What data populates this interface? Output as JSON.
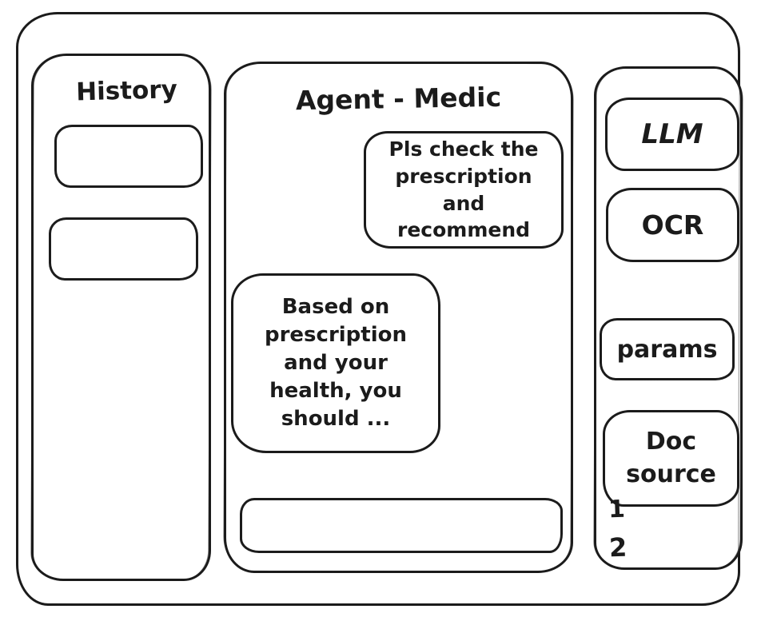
{
  "app": {
    "history": {
      "title": "History",
      "slot_count": 2
    },
    "chat": {
      "title": "Agent - Medic",
      "messages": [
        {
          "role": "user",
          "text": "Pls check the prescription and recommend"
        },
        {
          "role": "assistant",
          "text": "Based on prescription and your health, you should ..."
        }
      ],
      "input": {
        "value": "",
        "placeholder": ""
      }
    },
    "tools": {
      "llm_label": "LLM",
      "ocr_label": "OCR",
      "params_label": "params",
      "doc_source_label": "Doc source",
      "doc_source_items": [
        "1",
        "2"
      ]
    },
    "colors": {
      "stroke": "#1c1c1c",
      "background": "#ffffff"
    }
  }
}
